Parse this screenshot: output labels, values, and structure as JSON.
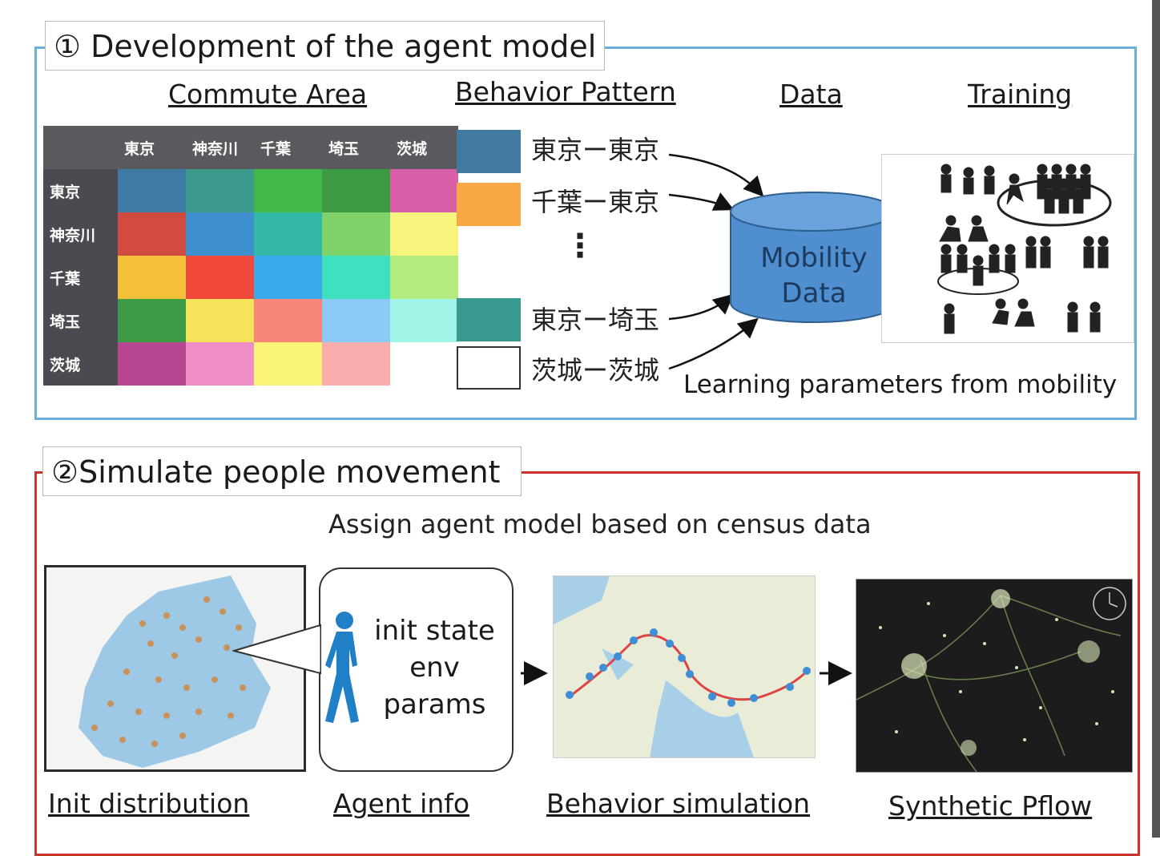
{
  "section1": {
    "title": "① Development of the agent model",
    "headers": {
      "commute": "Commute Area",
      "behavior": "Behavior Pattern",
      "data": "Data",
      "training": "Training"
    },
    "matrix": {
      "col_labels": [
        "東京",
        "神奈川",
        "千葉",
        "埼玉",
        "茨城"
      ],
      "row_labels": [
        "東京",
        "神奈川",
        "千葉",
        "埼玉",
        "茨城"
      ],
      "cell_colors": [
        [
          "#3e7aa4",
          "#3b9a8c",
          "#43b84a",
          "#3c9a43",
          "#d85fa8"
        ],
        [
          "#d24b40",
          "#3d8fd0",
          "#33b8a8",
          "#7fd36a",
          "#f7f47e"
        ],
        [
          "#f5c03a",
          "#f0493c",
          "#3aa9ea",
          "#3fe0c0",
          "#b3ec7e"
        ],
        [
          "#3d9a45",
          "#f7e35a",
          "#f7857a",
          "#8ccaf6",
          "#9ff3e7"
        ],
        [
          "#b5468f",
          "#ef8ec6",
          "#f9f478",
          "#f9adad",
          "#ffffff"
        ]
      ]
    },
    "patterns": [
      {
        "label": "東京ー東京",
        "color": "#41799f"
      },
      {
        "label": "千葉ー東京",
        "color": "#f6a844"
      },
      {
        "label": "東京ー埼玉",
        "color": "#3a9a8f"
      },
      {
        "label": "茨城ー茨城",
        "color": "#ffffff"
      }
    ],
    "ellipsis": "⋮",
    "database": {
      "line1": "Mobility",
      "line2": "Data",
      "color": "#4f8fd0"
    },
    "note": "Learning parameters from mobility"
  },
  "section2": {
    "title": "②Simulate people movement",
    "subtitle": "Assign agent model based on census data",
    "agent_lines": [
      "init state",
      "env",
      "params"
    ],
    "captions": {
      "init": "Init distribution",
      "agent": "Agent info",
      "behavior": "Behavior simulation",
      "synthetic": "Synthetic Pflow"
    }
  }
}
